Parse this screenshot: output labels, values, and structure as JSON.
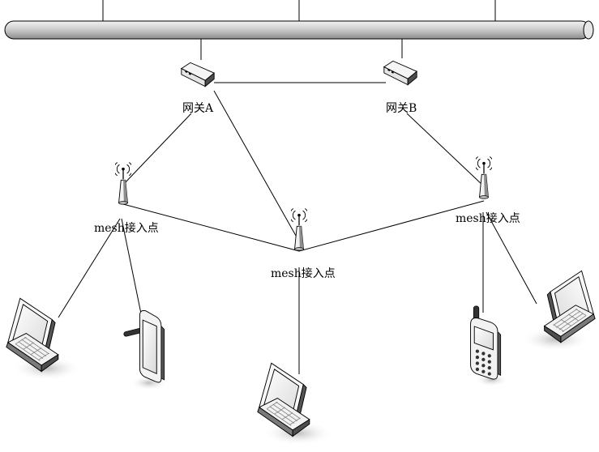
{
  "gateways": [
    {
      "id": "gateway-a",
      "label": "网关A"
    },
    {
      "id": "gateway-b",
      "label": "网关B"
    }
  ],
  "access_points": [
    {
      "id": "ap-left",
      "label": "mesh接入点"
    },
    {
      "id": "ap-center",
      "label": "mesh接入点"
    },
    {
      "id": "ap-right",
      "label": "mesh接入点"
    }
  ],
  "clients": [
    {
      "id": "laptop-left",
      "icon": "laptop-icon"
    },
    {
      "id": "tablet",
      "icon": "tablet-icon"
    },
    {
      "id": "laptop-center",
      "icon": "laptop-icon"
    },
    {
      "id": "phone",
      "icon": "mobile-phone-icon"
    },
    {
      "id": "laptop-right",
      "icon": "laptop-icon"
    }
  ],
  "colors": {
    "line": "#000000",
    "device_body": "#ffffff",
    "device_shade": "#bfbfbf",
    "screen": "#e8e8e8",
    "shadow": "#cccccc"
  }
}
